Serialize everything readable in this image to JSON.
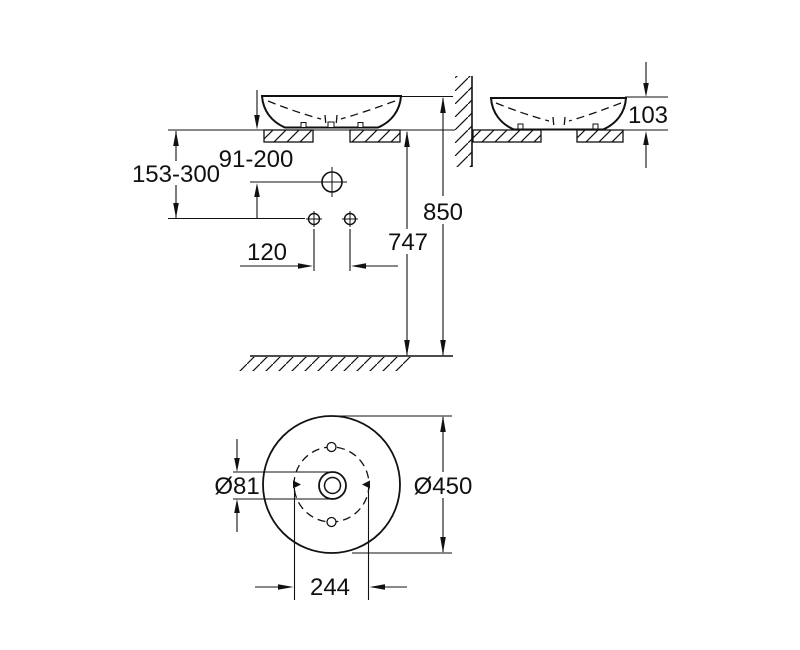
{
  "page": {
    "background": "#ffffff",
    "line_color": "#111111"
  },
  "drawing": {
    "front_view": {
      "faucet_height": "91-200",
      "spout_height": "153-300",
      "hole_spacing": "120",
      "counter_height": "747",
      "rim_height": "850"
    },
    "side_view": {
      "basin_height": "103"
    },
    "top_view": {
      "drain_diameter": "Ø81",
      "basin_diameter": "Ø450",
      "hole_distance": "244"
    }
  }
}
